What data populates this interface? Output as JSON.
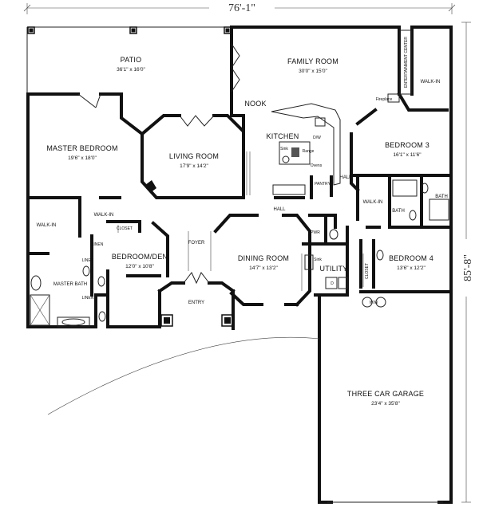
{
  "overall_width": "76'-1\"",
  "overall_depth": "85'-8\"",
  "rooms": {
    "patio": {
      "name": "PATIO",
      "size": "36'1\" x 16'0\""
    },
    "family_room": {
      "name": "FAMILY ROOM",
      "size": "30'0\" x 15'0\""
    },
    "nook": {
      "name": "NOOK"
    },
    "kitchen": {
      "name": "KITCHEN"
    },
    "master_bedroom": {
      "name": "MASTER BEDROOM",
      "size": "19'6\" x 18'0\""
    },
    "living_room": {
      "name": "LIVING ROOM",
      "size": "17'9\" x 14'2\""
    },
    "bedroom3": {
      "name": "BEDROOM 3",
      "size": "16'1\" x 11'6\""
    },
    "bedroom4": {
      "name": "BEDROOM 4",
      "size": "13'6\" x 12'2\""
    },
    "bedroom_den": {
      "name": "BEDROOM/DEN",
      "size": "12'0\" x 10'8\""
    },
    "dining_room": {
      "name": "DINING ROOM",
      "size": "14'7\" x 13'2\""
    },
    "garage": {
      "name": "THREE CAR GARAGE",
      "size": "23'4\" x 35'8\""
    },
    "utility": {
      "name": "UTILITY"
    },
    "master_bath": {
      "name": "MASTER BATH"
    },
    "foyer": {
      "name": "FOYER"
    },
    "entry": {
      "name": "ENTRY"
    }
  },
  "small_labels": {
    "walkin_master": "WALK-IN",
    "walkin_hall": "WALK-IN",
    "walkin_b3": "WALK-IN",
    "walkin_ne": "WALK-IN",
    "hall_center": "HALL",
    "hall_right": "HALL",
    "bath_right": "BATH",
    "bath_mid": "BATH",
    "closet_den": "CLOSET",
    "closet_b4": "CLOSET",
    "linen1": "LINEN",
    "linen2": "LINEN",
    "linen3": "LINEN",
    "pwr": "PWR",
    "pantry": "PANTRY",
    "entertainment": "ENTERTAINMENT CENTER",
    "fireplace": "Fireplace",
    "sink": "Sink",
    "range": "Range",
    "ovens": "Ovens",
    "dw": "D/W",
    "utility_sink": "Sink",
    "ww": "W/W",
    "dryer": "D"
  }
}
